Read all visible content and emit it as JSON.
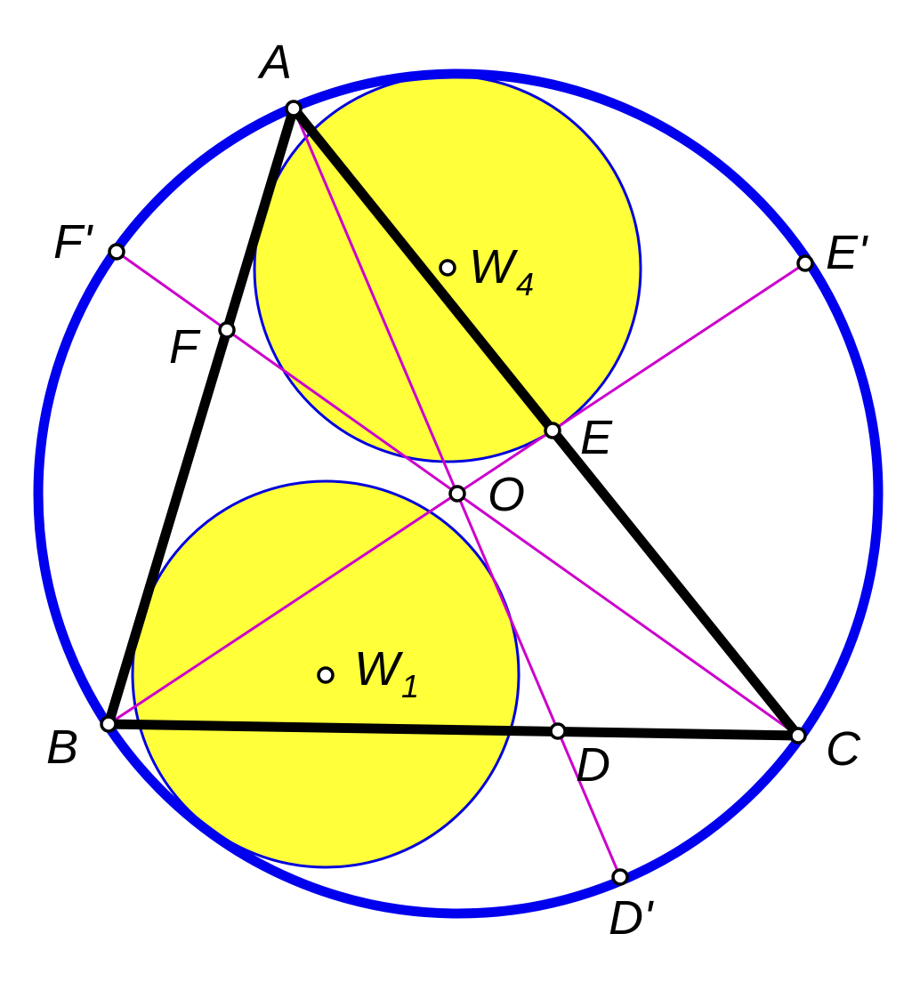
{
  "colors": {
    "background": "#ffffff",
    "circumcircle": "#0000ee",
    "small_circle_stroke": "#0000dd",
    "small_circle_fill": "#ffff3a",
    "cevians": "#cc00cc",
    "triangle": "#000000",
    "point_fill": "#ffffff",
    "point_stroke": "#000000",
    "label": "#000000"
  },
  "labels": {
    "A": "A",
    "B": "B",
    "C": "C",
    "D": "D",
    "E": "E",
    "F": "F",
    "O": "O",
    "D_prime": "D'",
    "E_prime": "E'",
    "F_prime": "F'",
    "W4_base": "W",
    "W4_sub": "4",
    "W1_base": "W",
    "W1_sub": "1"
  }
}
